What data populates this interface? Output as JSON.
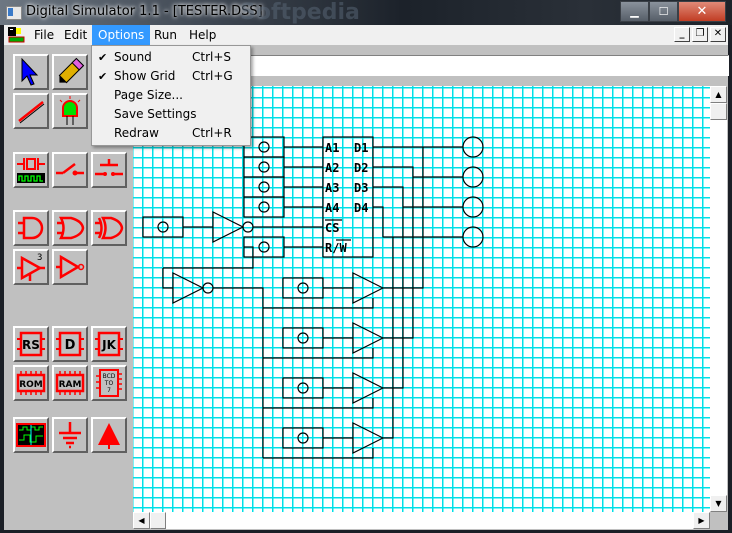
{
  "window": {
    "title": "Digital Simulator 1.1 - [TESTER.DSS]",
    "watermark": "Softpedia",
    "controls": [
      "minimize",
      "maximize",
      "close"
    ]
  },
  "menubar": {
    "items": [
      {
        "label": "File"
      },
      {
        "label": "Edit"
      },
      {
        "label": "Options",
        "active": true
      },
      {
        "label": "Run"
      },
      {
        "label": "Help"
      }
    ],
    "mdi_controls": [
      "minimize",
      "restore",
      "close"
    ]
  },
  "options_menu": {
    "items": [
      {
        "label": "Sound",
        "checked": true,
        "shortcut": "Ctrl+S"
      },
      {
        "label": "Show Grid",
        "checked": true,
        "shortcut": "Ctrl+G"
      },
      {
        "label": "Page Size...",
        "checked": false,
        "shortcut": ""
      },
      {
        "label": "Save Settings",
        "checked": false,
        "shortcut": ""
      },
      {
        "label": "Redraw",
        "checked": false,
        "shortcut": "Ctrl+R"
      }
    ],
    "check_glyph": "✔"
  },
  "palette": {
    "tools": [
      {
        "name": "select-arrow"
      },
      {
        "name": "wire-pencil"
      },
      {
        "name": "wire-line"
      },
      {
        "name": "led"
      },
      {
        "name": "clock"
      },
      {
        "name": "switch"
      },
      {
        "name": "push-button"
      },
      {
        "name": "and-gate"
      },
      {
        "name": "or-gate"
      },
      {
        "name": "xor-gate"
      },
      {
        "name": "tristate-buffer"
      },
      {
        "name": "not-gate"
      },
      {
        "name": "rs-flipflop",
        "label": "RS"
      },
      {
        "name": "d-flipflop",
        "label": "D"
      },
      {
        "name": "jk-flipflop",
        "label": "JK"
      },
      {
        "name": "rom",
        "label": "ROM"
      },
      {
        "name": "ram",
        "label": "RAM"
      },
      {
        "name": "bcd-to-7",
        "label": "BCD TO 7"
      },
      {
        "name": "oscilloscope"
      },
      {
        "name": "ground"
      },
      {
        "name": "vcc"
      }
    ]
  },
  "status_text": "",
  "circuit": {
    "ram_pins_left": [
      "A1",
      "A2",
      "A3",
      "A4",
      "CS",
      "R/W"
    ],
    "ram_pins_right": [
      "D1",
      "D2",
      "D3",
      "D4"
    ],
    "grid_color": "#00e0e8",
    "wire_color": "#000000"
  },
  "colors": {
    "menu_highlight": "#3399ff",
    "tool_red": "#ff0000"
  }
}
